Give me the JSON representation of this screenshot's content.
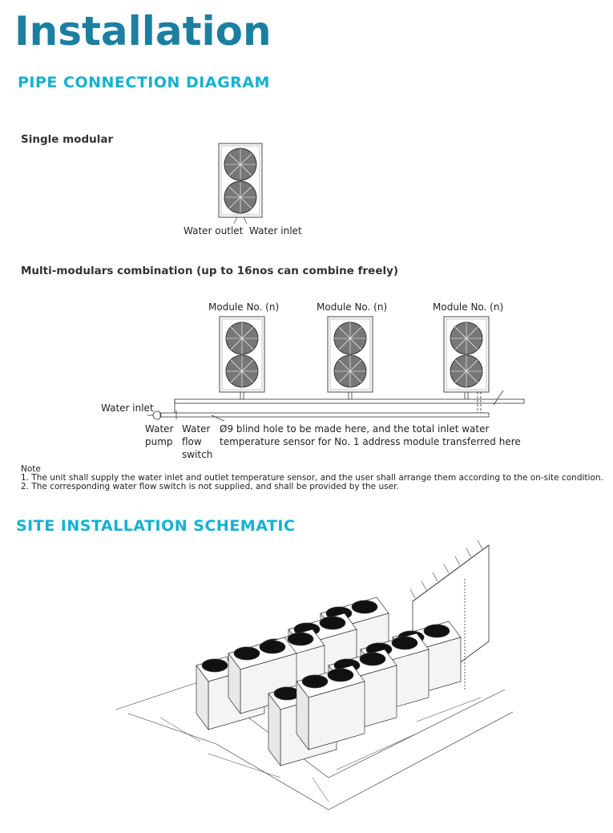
{
  "page": {
    "title": "Installation",
    "pipe_heading": "PIPE CONNECTION DIAGRAM",
    "single_heading": "Single modular",
    "multi_heading": "Multi-modulars combination (up to 16nos can combine freely)",
    "site_heading": "SITE INSTALLATION SCHEMATIC"
  },
  "single": {
    "water_outlet": "Water outlet",
    "water_inlet": "Water inlet"
  },
  "multi": {
    "modules": [
      {
        "label": "Module No. (n)"
      },
      {
        "label": "Module No. (n)"
      },
      {
        "label": "Module No. (n)"
      }
    ],
    "water_inlet": "Water inlet",
    "water_pump_1": "Water",
    "water_pump_2": "pump",
    "flow_switch_1": "Water",
    "flow_switch_2": "flow",
    "flow_switch_3": "switch",
    "sensor_note_1": "Ø9 blind hole to be made here, and the total inlet water",
    "sensor_note_2": "temperature sensor for No. 1 address module transferred here"
  },
  "notes": {
    "heading": "Note",
    "items": [
      "1. The unit shall supply the water inlet and outlet temperature sensor, and the user shall arrange them according to the on-site condition.",
      "2. The corresponding water flow switch is not supplied, and shall be provided by the user."
    ]
  },
  "colors": {
    "title": "#1d7fa0",
    "section": "#14b1cf"
  }
}
